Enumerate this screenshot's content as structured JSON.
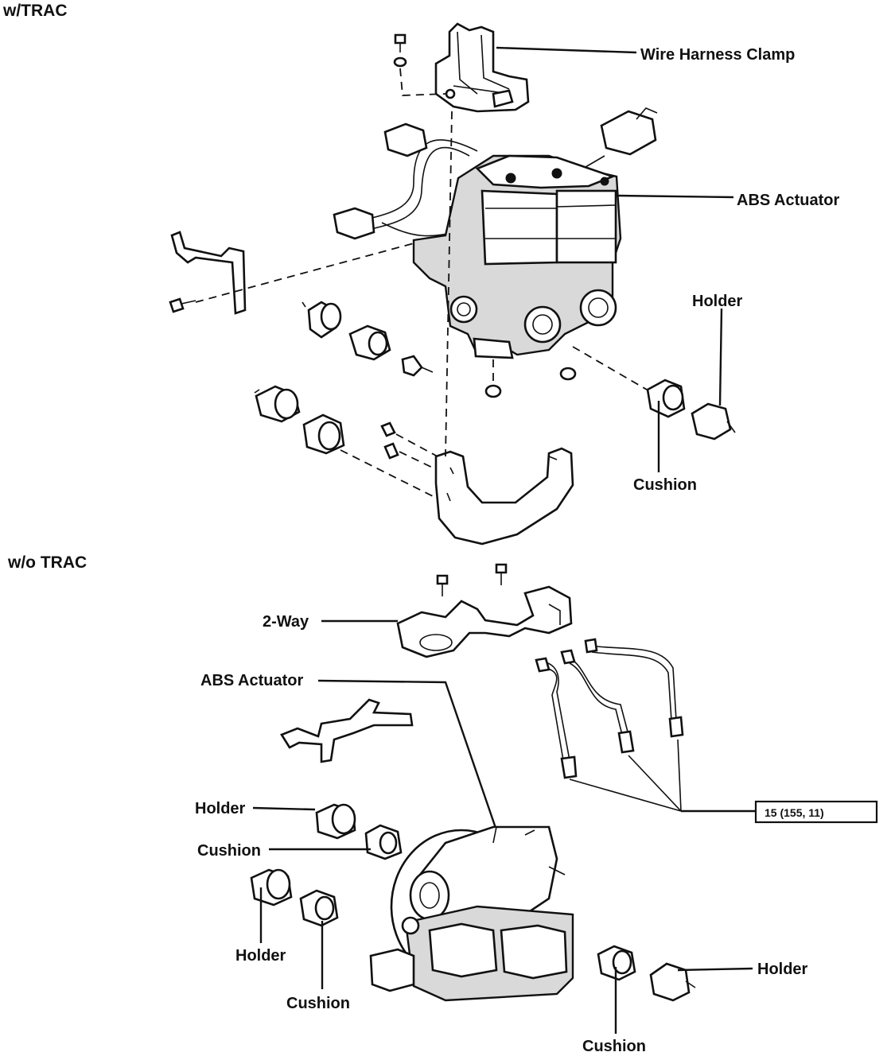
{
  "sections": {
    "with_trac": {
      "heading": "w/TRAC"
    },
    "without_trac": {
      "heading": "w/o TRAC"
    }
  },
  "labels": {
    "wire_harness_clamp": "Wire Harness Clamp",
    "abs_actuator_top": "ABS Actuator",
    "holder_top": "Holder",
    "cushion_top": "Cushion",
    "two_way": "2-Way",
    "abs_actuator_bottom": "ABS Actuator",
    "holder_left": "Holder",
    "cushion_left": "Cushion",
    "holder_lower": "Holder",
    "cushion_lower": "Cushion",
    "holder_right": "Holder",
    "cushion_bottom": "Cushion",
    "torque_spec": "15 (155, 11)"
  }
}
